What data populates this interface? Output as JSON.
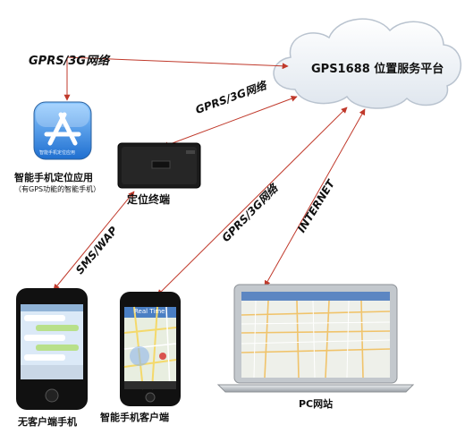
{
  "platform": {
    "label": "GPS1688 位置服务平台"
  },
  "links": {
    "gprs_top": "GPRS/3G网络",
    "gprs_terminal": "GPRS/3G网络",
    "gprs_phone": "GPRS/3G网络",
    "internet": "INTERNET",
    "sms_wap": "SMS/WAP"
  },
  "nodes": {
    "app": {
      "icon_text": "智能手机定位应用",
      "title": "智能手机定位应用",
      "subtitle": "（有GPS功能的智能手机）"
    },
    "terminal": {
      "title": "定位终端"
    },
    "basic_phone": {
      "title": "无客户端手机"
    },
    "smart_phone": {
      "title": "智能手机客户端",
      "screen_text": "Real Time"
    },
    "pc": {
      "title": "PC网站"
    }
  },
  "colors": {
    "arrow": "#c0392b",
    "cloud": "#e6ebf2",
    "app_blue": "#3a8be0"
  }
}
